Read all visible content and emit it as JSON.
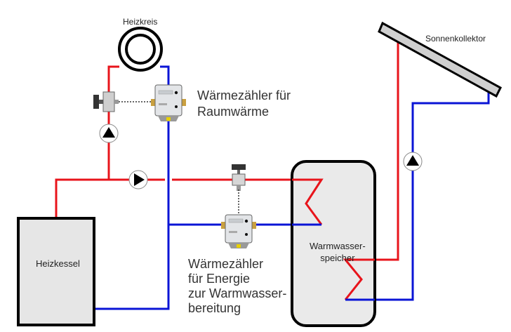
{
  "diagram": {
    "labels": {
      "heating_circuit": "Heizkreis",
      "solar_collector": "Sonnenkollektor",
      "heat_meter_space": "Wärmezähler für\nRaumwärme",
      "boiler": "Heizkessel",
      "storage_tank": "Warmwasser-\nspeicher",
      "heat_meter_dhw": "Wärmezähler\nfür Energie\nzur Warmwasser-\nbereitung"
    },
    "colors": {
      "supply": "#e8141b",
      "return": "#0a14d6",
      "outline": "#000000",
      "fill": "#e6e6e6",
      "collector_fill": "#cfcfcf"
    }
  }
}
